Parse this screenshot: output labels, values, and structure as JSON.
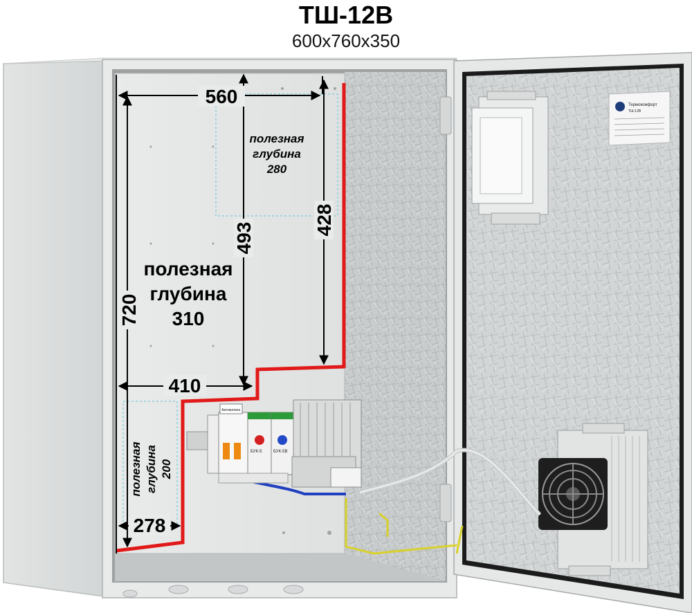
{
  "product": {
    "model": "ТШ-12В",
    "dimensions": "600x760x350"
  },
  "dimensions": {
    "width_top": "560",
    "height_left": "720",
    "height_mid": "493",
    "height_right": "428",
    "width_bottom": "410",
    "width_small": "278"
  },
  "usable_depth": {
    "main": {
      "line1": "полезная",
      "line2": "глубина",
      "value": "310"
    },
    "upper": {
      "line1": "полезная",
      "line2": "глубина",
      "value": "280"
    },
    "lower": {
      "line1": "полезная",
      "line2": "глубина",
      "value": "200"
    }
  },
  "devices": {
    "breaker_label": "Автоматика",
    "module1_label": "БУК-5",
    "module2_label": "БУК-5В",
    "door_plate_brand": "Термокомфорт",
    "door_plate_model": "ТШ-12В"
  },
  "colors": {
    "usable_area_outline": "#e11919",
    "dimension_lines": "#000000",
    "cabinet_body": "#e8eaea"
  }
}
